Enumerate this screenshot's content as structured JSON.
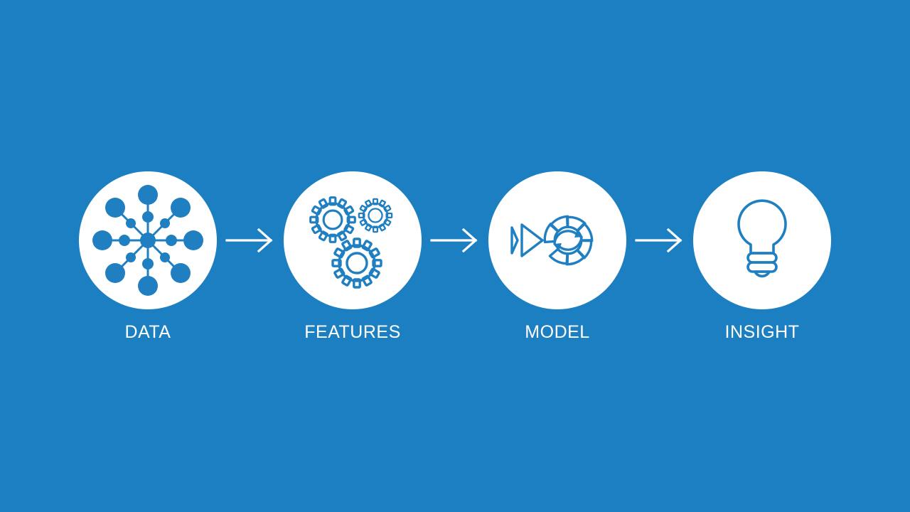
{
  "page": {
    "title": "DATA FEATURES MODEL INSIGHT process flow",
    "background_color": "#1c7fc2",
    "disc_color": "#ffffff",
    "icon_color": "#1f7fc0",
    "label_color": "#ffffff",
    "arrow_color": "#ffffff"
  },
  "flow": {
    "stages": [
      {
        "label": "DATA",
        "icon": "network-nodes-icon",
        "icon_description": "hub and spoke network of connected circular nodes"
      },
      {
        "label": "FEATURES",
        "icon": "gears-icon",
        "icon_description": "three outlined cogwheels"
      },
      {
        "label": "MODEL",
        "icon": "model-process-icon",
        "icon_description": "segmented ring with central refresh arrows and fast-forward triangles"
      },
      {
        "label": "INSIGHT",
        "icon": "lightbulb-icon",
        "icon_description": "outlined light bulb with screw base"
      }
    ],
    "connectors": [
      {
        "icon": "arrow-right-icon"
      },
      {
        "icon": "arrow-right-icon"
      },
      {
        "icon": "arrow-right-icon"
      }
    ]
  }
}
